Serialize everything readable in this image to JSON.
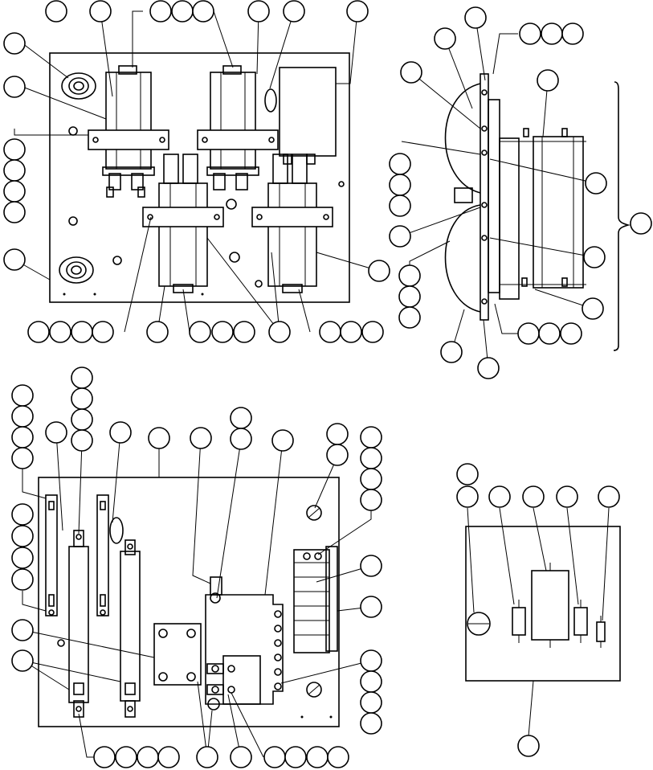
{
  "diagram": {
    "views": [
      "top-left-panel",
      "side-elevation-panel",
      "bottom-left-panel",
      "bottom-right-panel"
    ],
    "callout_bubble_count": 109,
    "callout_labels": [],
    "line_color": "#000000",
    "background_color": "#ffffff"
  }
}
